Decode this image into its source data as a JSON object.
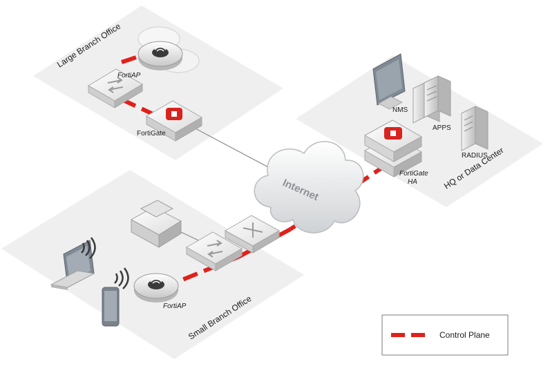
{
  "zones": {
    "large_branch": "Large Branch Office",
    "hq": "HQ or Data Center",
    "small_branch": "Small Branch Office"
  },
  "devices": {
    "large_fortiap": "FortiAP",
    "large_fortigate": "FortiGate",
    "internet": "Internet",
    "nms": "NMS",
    "apps": "APPS",
    "radius": "RADIUS",
    "hq_fortigate_line1": "FortiGate",
    "hq_fortigate_line2": "HA",
    "small_fortiap": "FortiAP"
  },
  "legend": {
    "label": "Control Plane"
  },
  "colors": {
    "control_plane": "#e0201b",
    "zone_fill": "#efefef",
    "link": "#7a7a7a"
  }
}
